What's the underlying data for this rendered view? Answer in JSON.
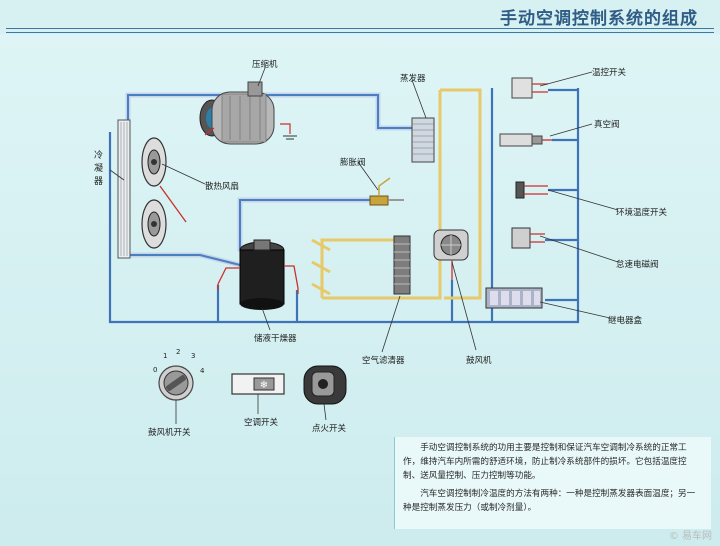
{
  "title": "手动空调控制系统的组成",
  "labels": {
    "compressor": "压缩机",
    "evaporator": "蒸发器",
    "temp_switch": "温控开关",
    "vacuum_valve": "真空阀",
    "condenser": "冷凝器",
    "fan": "散热风扇",
    "expansion_valve": "膨胀阀",
    "ambient_temp_switch": "环境温度开关",
    "idle_solenoid": "怠速电磁阀",
    "relay_box": "继电器盒",
    "receiver_drier": "储液干燥器",
    "air_filter": "空气滤清器",
    "blower": "鼓风机",
    "blower_switch": "鼓风机开关",
    "ac_switch": "空调开关",
    "ignition_switch": "点火开关"
  },
  "knob_numbers": [
    "0",
    "1",
    "2",
    "3",
    "4"
  ],
  "description": {
    "para1": "手动空调控制系统的功用主要是控制和保证汽车空调制冷系统的正常工作，维持汽车内所需的舒适环境，防止制冷系统部件的损坏。它包括温度控制、送风量控制、压力控制等功能。",
    "para2": "汽车空调控制制冷温度的方法有两种：一种是控制蒸发器表面温度；另一种是控制蒸发压力（或制冷剂量）。"
  },
  "watermark": "© 易车网",
  "colors": {
    "title": "#2f5d86",
    "pipe": "#4a7fc1",
    "pipe_light": "#c8d6ea",
    "wire_red": "#c9302c"
  }
}
